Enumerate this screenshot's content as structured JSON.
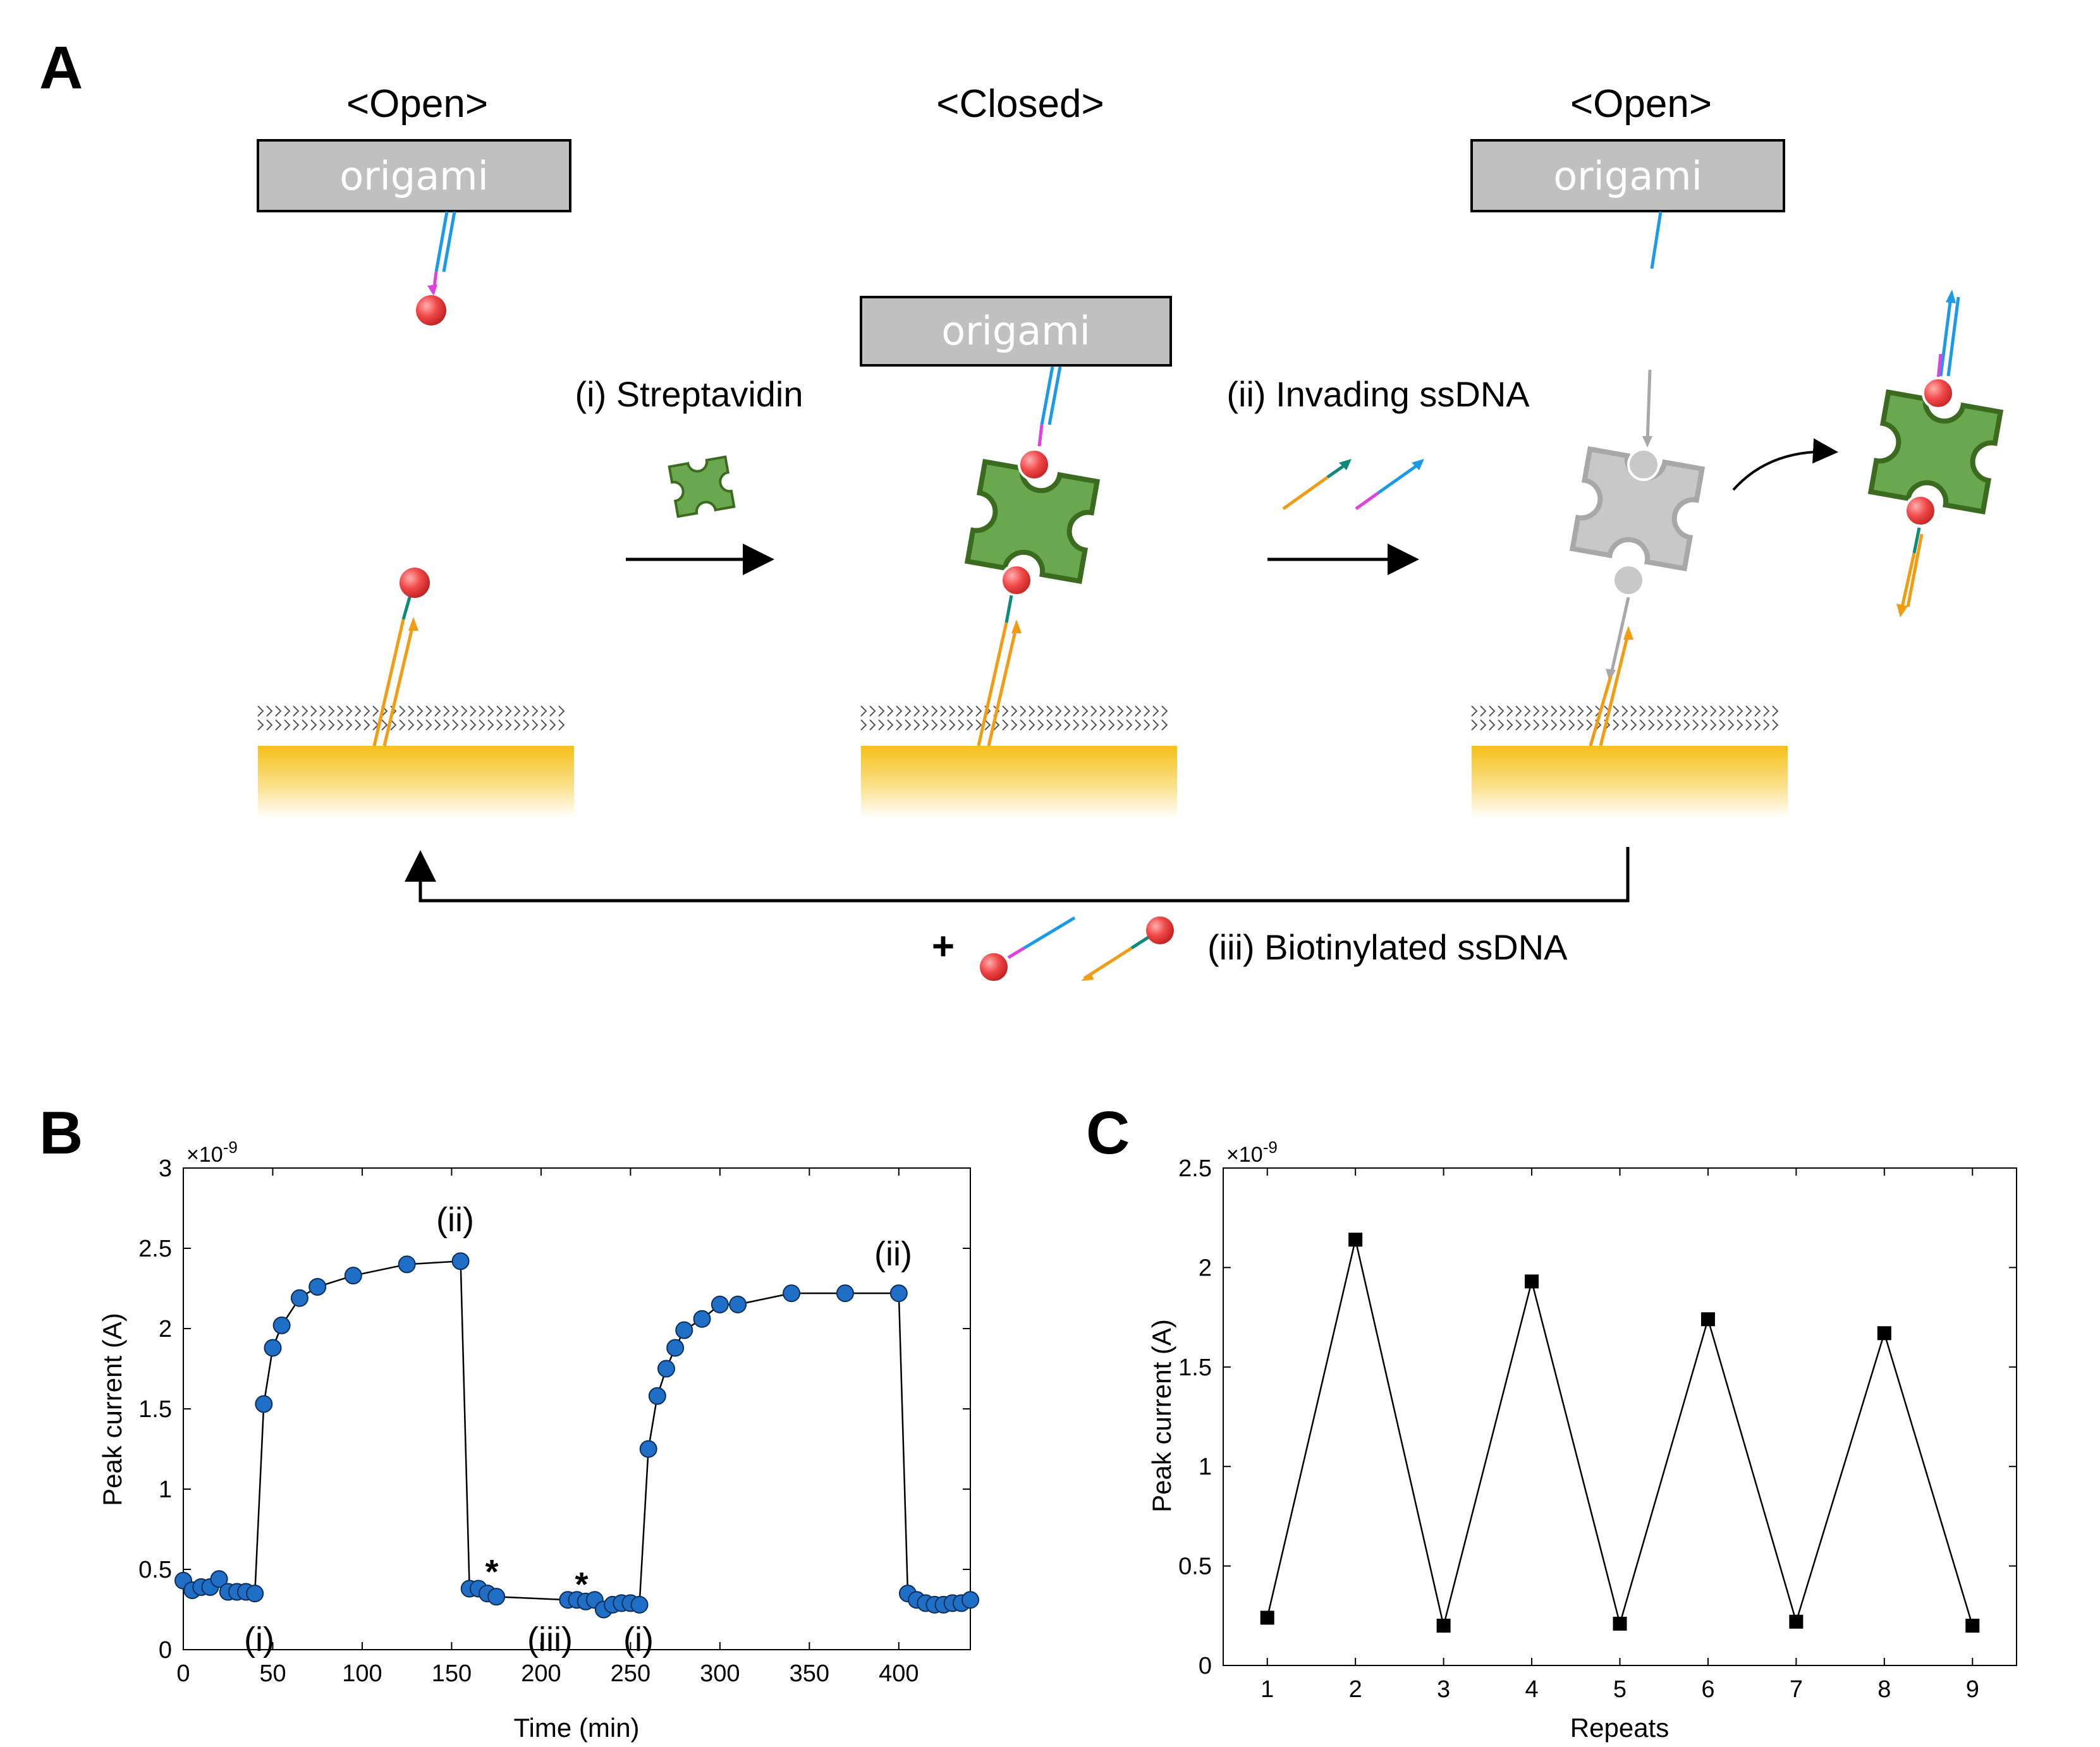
{
  "panel_a": {
    "letter": "A",
    "state_open_1": "<Open>",
    "state_closed": "<Closed>",
    "state_open_2": "<Open>",
    "origami": "origami",
    "step_i": "(i) Streptavidin",
    "step_ii": "(ii) Invading ssDNA",
    "step_iii": "(iii) Biotinylated ssDNA",
    "plus": "+",
    "colors": {
      "gold": "#f5c01a",
      "origami_fill": "#c0c0c0",
      "streptavidin": "#6aa84f",
      "streptavidin_edge": "#3b6b1f",
      "biotin": "#f04848",
      "blue_strand": "#1a9ae8",
      "magenta_strand": "#e040e0",
      "orange_strand": "#f39c12",
      "teal_strand": "#0e8a7a",
      "gray": "#a8a8a8"
    }
  },
  "panel_b": {
    "letter": "B",
    "exponent": "×10",
    "exponent_power": "-9",
    "annotations": {
      "i_1": "(i)",
      "ii_1": "(ii)",
      "iii": "(iii)",
      "i_2": "(i)",
      "ii_2": "(ii)",
      "star_1": "*",
      "star_2": "*"
    }
  },
  "panel_c": {
    "letter": "C",
    "exponent": "×10",
    "exponent_power": "-9"
  },
  "chart_data": [
    {
      "type": "line",
      "xlabel": "Time (min)",
      "ylabel": "Peak current (A)",
      "xlim": [
        0,
        440
      ],
      "ylim": [
        0,
        3
      ],
      "xticks": [
        0,
        50,
        100,
        150,
        200,
        250,
        300,
        350,
        400
      ],
      "yticks": [
        0,
        0.5,
        1,
        1.5,
        2,
        2.5,
        3
      ],
      "y_scale_note": "×10^-9",
      "marker": "circle",
      "marker_color": "#1f6fc6",
      "x": [
        0,
        5,
        10,
        15,
        20,
        25,
        30,
        35,
        40,
        45,
        50,
        55,
        65,
        75,
        95,
        125,
        155,
        160,
        165,
        170,
        175,
        215,
        220,
        225,
        230,
        235,
        240,
        245,
        250,
        255,
        260,
        265,
        270,
        275,
        280,
        290,
        300,
        310,
        340,
        370,
        400,
        405,
        410,
        415,
        420,
        425,
        430,
        435,
        440
      ],
      "y": [
        0.43,
        0.37,
        0.39,
        0.39,
        0.44,
        0.36,
        0.36,
        0.36,
        0.35,
        1.53,
        1.88,
        2.02,
        2.19,
        2.26,
        2.33,
        2.4,
        2.42,
        0.38,
        0.38,
        0.35,
        0.33,
        0.31,
        0.31,
        0.3,
        0.31,
        0.25,
        0.28,
        0.29,
        0.29,
        0.28,
        1.25,
        1.58,
        1.75,
        1.88,
        1.99,
        2.06,
        2.15,
        2.15,
        2.22,
        2.22,
        2.22,
        0.35,
        0.31,
        0.29,
        0.28,
        0.28,
        0.29,
        0.29,
        0.31
      ],
      "series_points_note": "x and y are parallel arrays"
    },
    {
      "type": "line",
      "xlabel": "Repeats",
      "ylabel": "Peak current (A)",
      "xlim": [
        0.5,
        9.5
      ],
      "ylim": [
        0,
        2.5
      ],
      "xticks": [
        1,
        2,
        3,
        4,
        5,
        6,
        7,
        8,
        9
      ],
      "yticks": [
        0,
        0.5,
        1,
        1.5,
        2,
        2.5
      ],
      "y_scale_note": "×10^-9",
      "marker": "square",
      "marker_color": "#000000",
      "x": [
        1,
        2,
        3,
        4,
        5,
        6,
        7,
        8,
        9
      ],
      "y": [
        0.24,
        2.14,
        0.2,
        1.93,
        0.21,
        1.74,
        0.22,
        1.67,
        0.2
      ]
    }
  ]
}
